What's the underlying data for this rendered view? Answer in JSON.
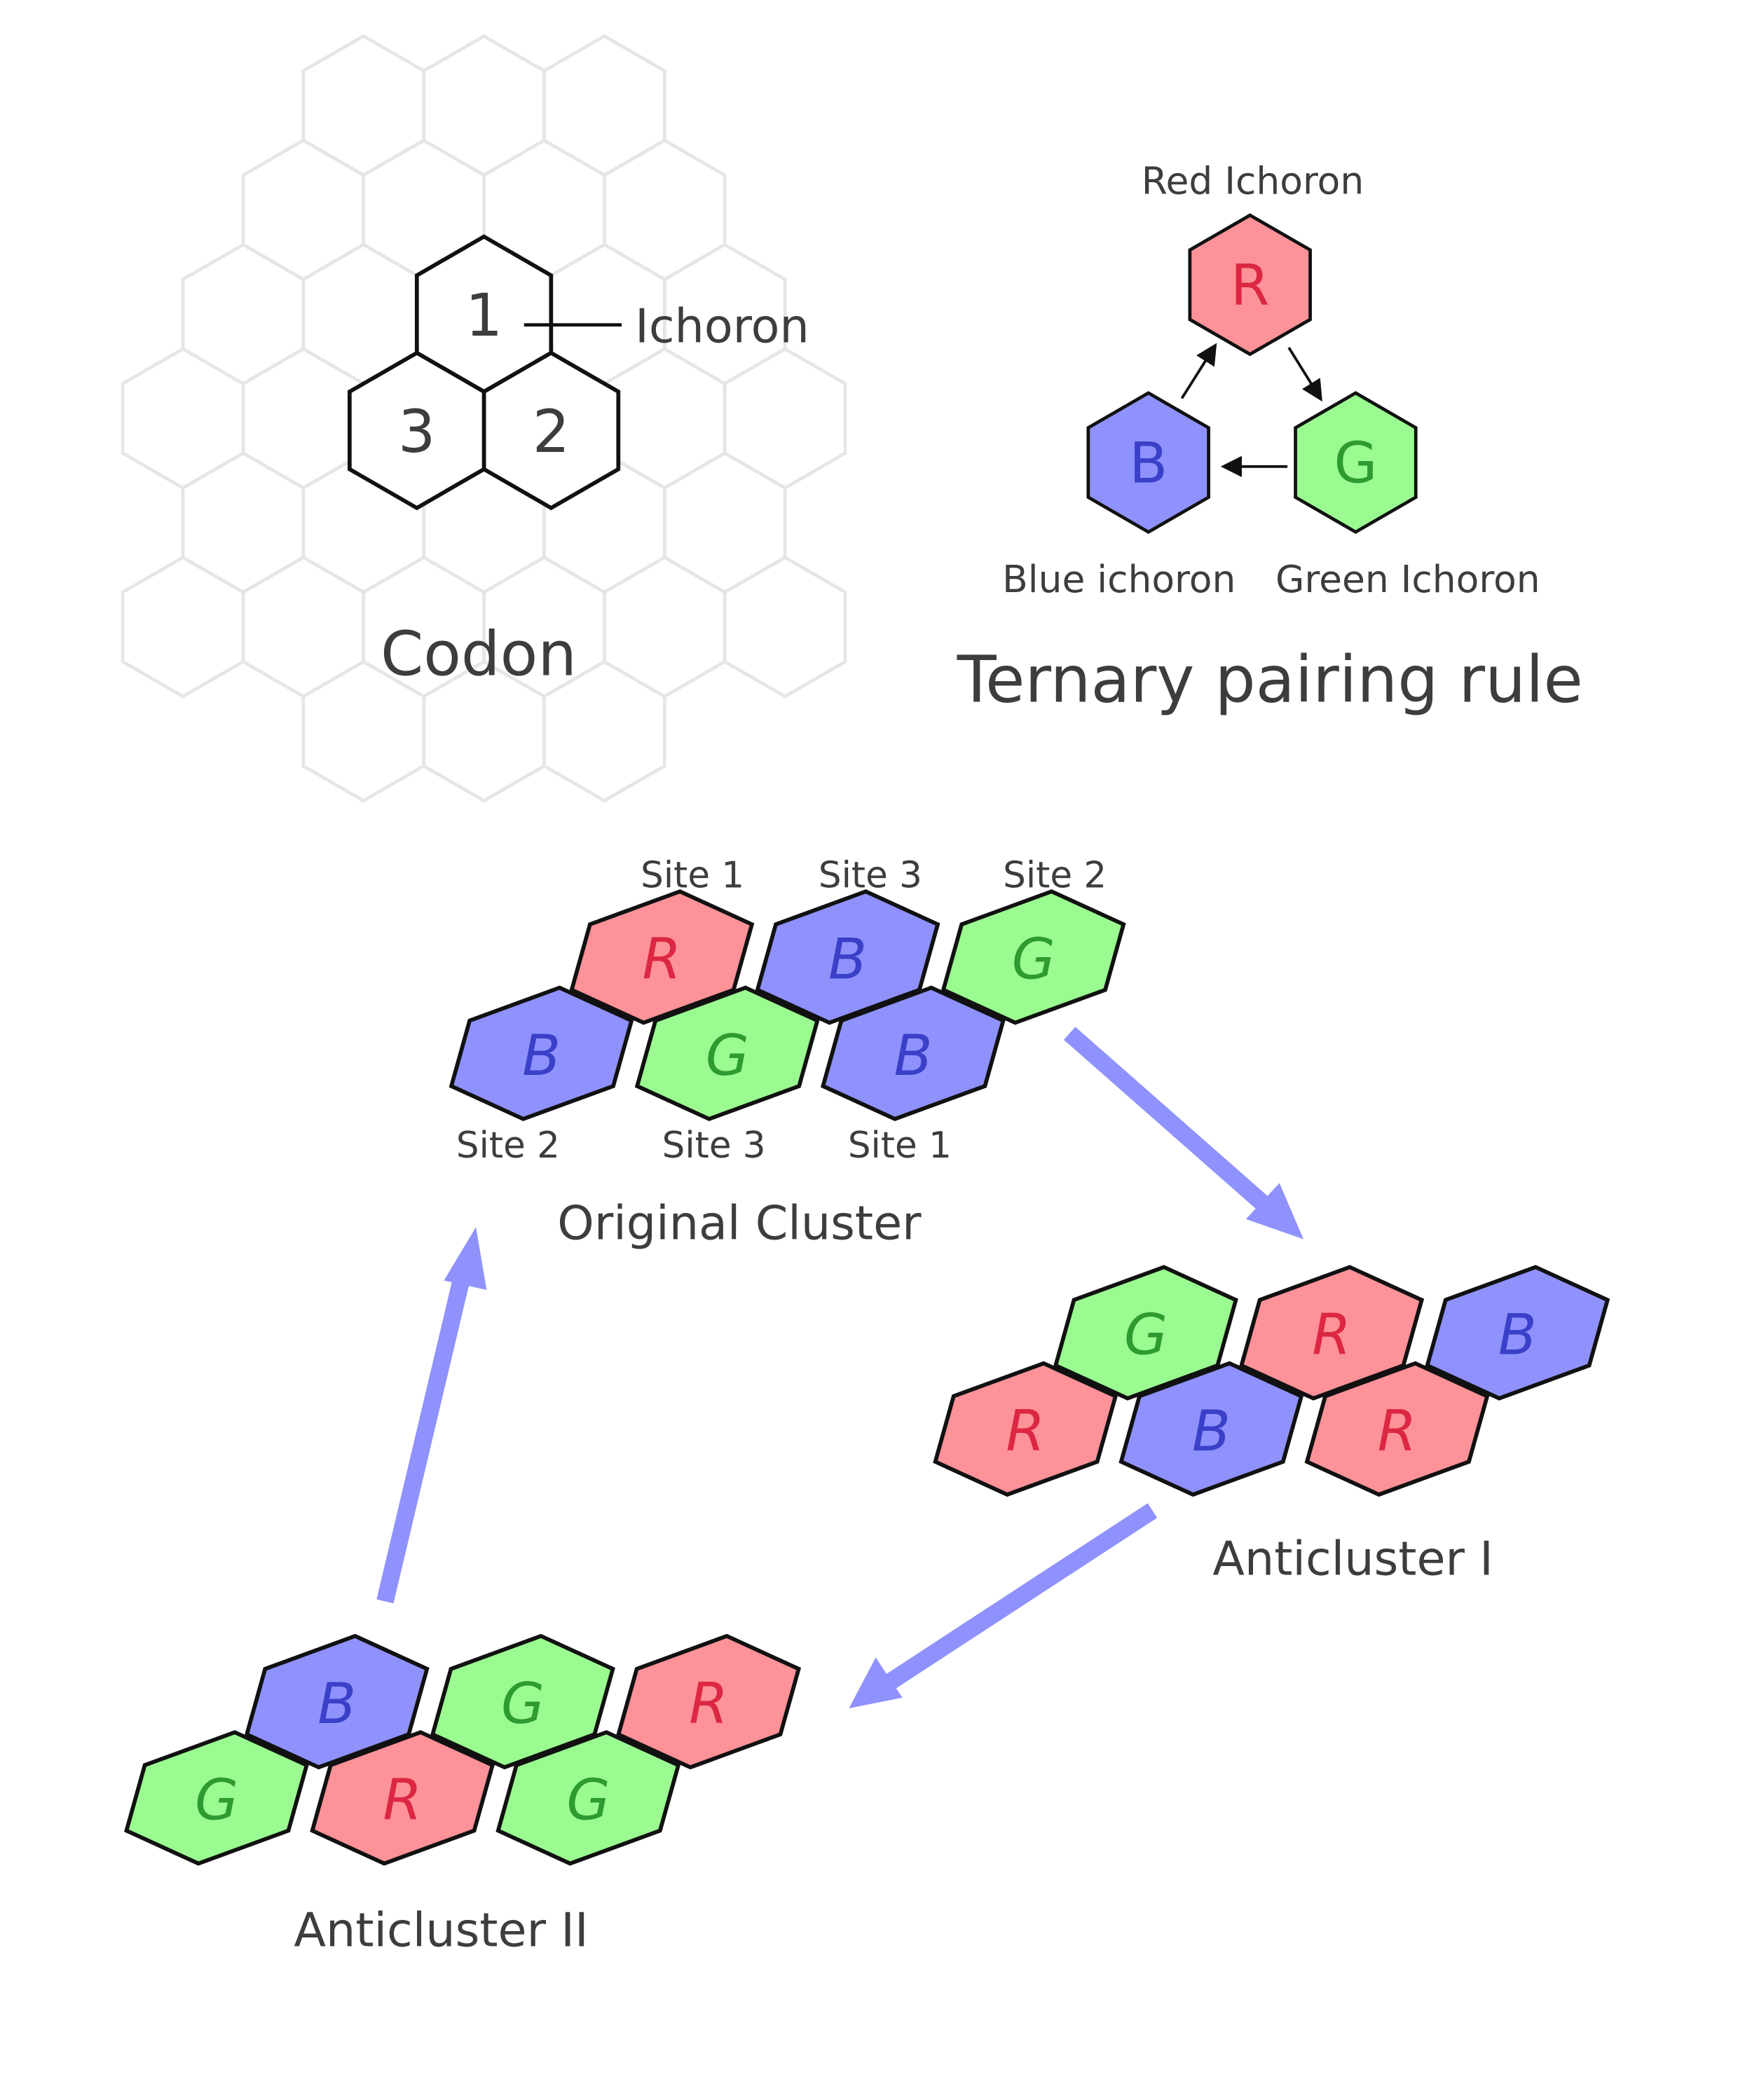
{
  "codon": {
    "title": "Codon",
    "cells": [
      "1",
      "2",
      "3"
    ],
    "callout": "Ichoron"
  },
  "ternary": {
    "title": "Ternary pairing rule",
    "nodes": {
      "red": {
        "letter": "R",
        "label": "Red Ichoron"
      },
      "blue": {
        "letter": "B",
        "label": "Blue ichoron"
      },
      "green": {
        "letter": "G",
        "label": "Green Ichoron"
      }
    },
    "cycle": [
      "R",
      "G",
      "B"
    ]
  },
  "colors": {
    "R": {
      "fill": "#fd9299",
      "text": "#dc2744"
    },
    "B": {
      "fill": "#8f92fc",
      "text": "#3a40c8"
    },
    "G": {
      "fill": "#9afc90",
      "text": "#2e9a32"
    },
    "arrow": "#8f92fc",
    "label": "#3d3d3d",
    "grid": "#e6e6e6"
  },
  "clusters": {
    "original": {
      "title": "Original Cluster",
      "top_row": [
        "R",
        "B",
        "G"
      ],
      "bottom_row": [
        "B",
        "G",
        "B"
      ],
      "top_sites": [
        "Site 1",
        "Site 3",
        "Site 2"
      ],
      "bottom_sites": [
        "Site 2",
        "Site 3",
        "Site 1"
      ]
    },
    "anti1": {
      "title": "Anticluster I",
      "top_row": [
        "G",
        "R",
        "B"
      ],
      "bottom_row": [
        "R",
        "B",
        "R"
      ]
    },
    "anti2": {
      "title": "Anticluster II",
      "top_row": [
        "B",
        "G",
        "R"
      ],
      "bottom_row": [
        "G",
        "R",
        "G"
      ]
    }
  }
}
